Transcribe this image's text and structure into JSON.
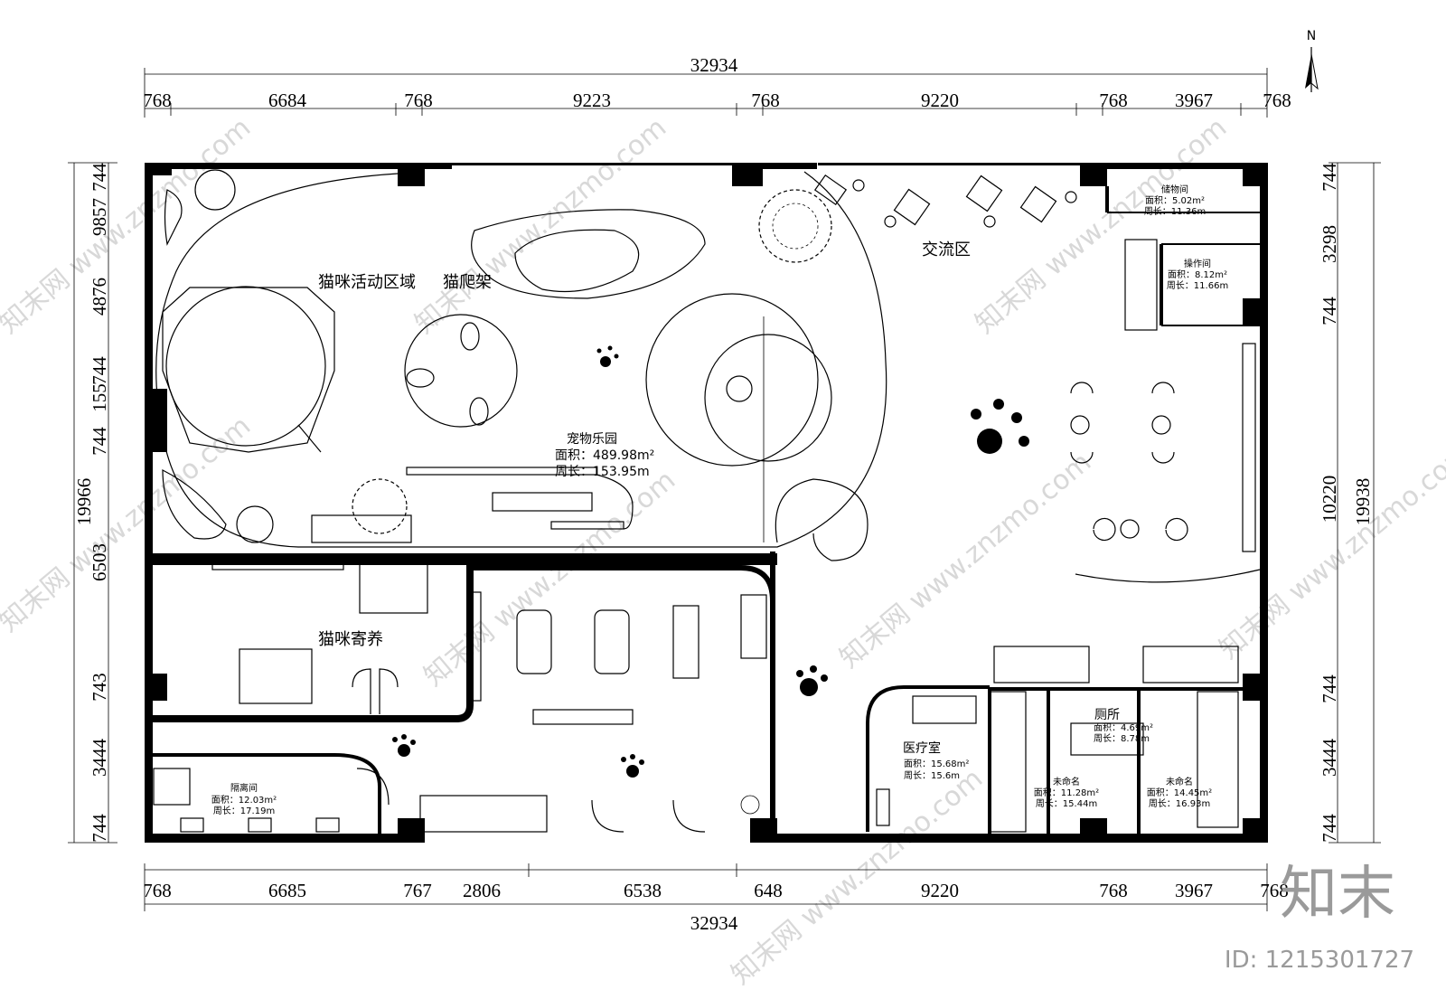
{
  "north_label": "N",
  "dimensions": {
    "top_total": "32934",
    "top_segments": [
      "768",
      "6684",
      "768",
      "9223",
      "768",
      "9220",
      "768",
      "3967",
      "768"
    ],
    "bottom_total": "32934",
    "bottom_segments": [
      "768",
      "6685",
      "767",
      "2806",
      "6538",
      "648",
      "9220",
      "768",
      "3967",
      "768"
    ],
    "left_total": "19966",
    "left_segments": [
      "744",
      "9857",
      "4876",
      "744",
      "155",
      "744",
      "6503",
      "743",
      "3444",
      "744"
    ],
    "right_total": "19938",
    "right_segments": [
      "744",
      "3298",
      "744",
      "10220",
      "744",
      "3444",
      "744"
    ]
  },
  "rooms": {
    "cat_activity": "猫咪活动区域",
    "cat_climbing": "猫爬架",
    "exchange_area": "交流区",
    "pet_park": "宠物乐园",
    "pet_park_area": "面积：489.98m²",
    "pet_park_perimeter": "周长：153.95m",
    "cat_boarding": "猫咪寄养",
    "medical": "医疗室",
    "medical_area": "面积：15.68m²",
    "medical_perimeter": "周长：15.6m",
    "toilet": "厕所",
    "toilet_area": "面积：4.69m²",
    "toilet_perimeter": "周长：8.78m",
    "storage": "储物间",
    "storage_area": "面积：5.02m²",
    "storage_perimeter": "周长：11.36m",
    "operation": "操作间",
    "operation_area": "面积：8.12m²",
    "operation_perimeter": "周长：11.66m",
    "isolation": "隔离间",
    "isolation_area": "面积：12.03m²",
    "isolation_perimeter": "周长：17.19m",
    "unnamed_1": "未命名",
    "unnamed_1_area": "面积：11.28m²",
    "unnamed_1_perimeter": "周长：15.44m",
    "unnamed_2": "未命名",
    "unnamed_2_area": "面积：14.45m²",
    "unnamed_2_perimeter": "周长：16.93m"
  },
  "watermark": {
    "repeat_text": "知末网 www.znzmo.com",
    "brand": "知末",
    "id_text": "ID: 1215301727"
  }
}
